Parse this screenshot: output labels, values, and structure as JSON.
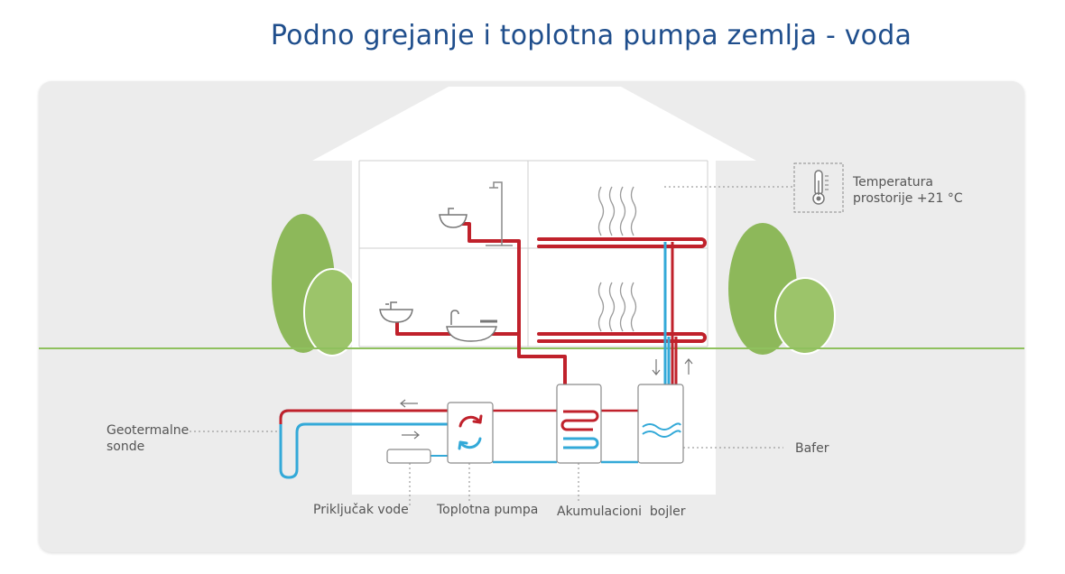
{
  "title": "Podno grejanje i toplotna pumpa zemlja - voda",
  "labels": {
    "room_temp_line1": "Temperatura",
    "room_temp_line2": "prostorije +21 °C",
    "geo_line1": "Geotermalne",
    "geo_line2": "sonde",
    "bafer": "Bafer",
    "water_connection": "Priključak vode",
    "heat_pump": "Toplotna pumpa",
    "storage_boiler": "Akumulacioni  bojler"
  },
  "icons": [
    "thermometer-icon",
    "shower-icon",
    "sink-icon",
    "bathtub-icon",
    "heat-waves-icon",
    "heat-pump-cycle-icon",
    "tree-icon"
  ],
  "colors": {
    "title": "#1f4e8c",
    "hot_pipe": "#c0212b",
    "cold_pipe": "#33a9d8",
    "tree": "#8db85a",
    "ground": "#8fc15e",
    "house": "#ffffff",
    "panel": "#ececec"
  }
}
